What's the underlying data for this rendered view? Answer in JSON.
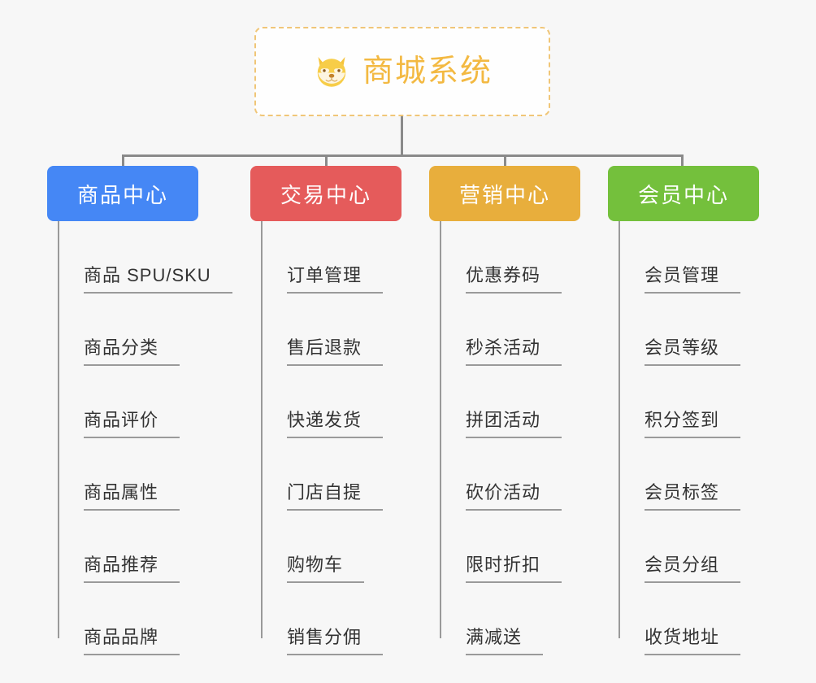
{
  "root": {
    "title": "商城系统",
    "icon": "shiba-dog-face-icon",
    "border_color": "#f0c678",
    "text_color": "#f3b942"
  },
  "connector_color": "#8a8a8a",
  "background_color": "#f7f7f7",
  "columns": [
    {
      "header": "商品中心",
      "color": "#4587f5",
      "items": [
        "商品 SPU/SKU",
        "商品分类",
        "商品评价",
        "商品属性",
        "商品推荐",
        "商品品牌"
      ]
    },
    {
      "header": "交易中心",
      "color": "#e55b5b",
      "items": [
        "订单管理",
        "售后退款",
        "快递发货",
        "门店自提",
        "购物车",
        "销售分佣"
      ]
    },
    {
      "header": "营销中心",
      "color": "#e8ae3c",
      "items": [
        "优惠券码",
        "秒杀活动",
        "拼团活动",
        "砍价活动",
        "限时折扣",
        "满减送"
      ]
    },
    {
      "header": "会员中心",
      "color": "#74c03c",
      "items": [
        "会员管理",
        "会员等级",
        "积分签到",
        "会员标签",
        "会员分组",
        "收货地址"
      ]
    }
  ]
}
